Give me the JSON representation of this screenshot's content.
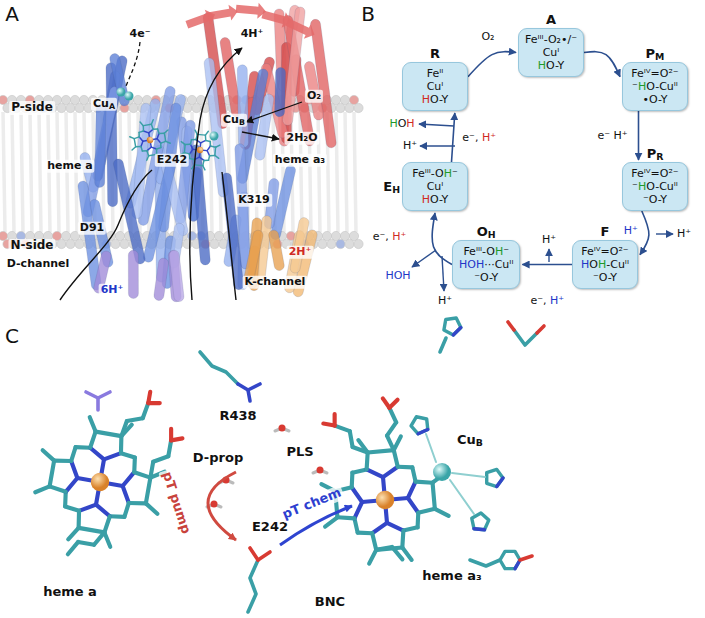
{
  "diagram": {
    "nodes": [
      {
        "text": [
          "A",
          "Feᴵᴵᴵ-O₂•/⁻",
          "Cuᴵ",
          "HO-Y"
        ]
      },
      {
        "text": [
          "PM",
          "Feᴵⱽ=O²⁻",
          "⁻HO-Cuᴵᴵ",
          "•O-Y"
        ]
      },
      {
        "text": [
          "PR",
          "Feᴵⱽ=O²⁻",
          "⁻HO-Cuᴵᴵ",
          "⁻O-Y"
        ]
      },
      {
        "text": [
          "F",
          "Feᴵⱽ=O²⁻",
          "HOH-Cuᴵᴵ",
          "⁻O-Y"
        ]
      },
      {
        "text": [
          "OH",
          "Feᴵᴵᴵ-OH⁻",
          "HOH···Cuᴵᴵ",
          "⁻O-Y"
        ]
      },
      {
        "text": [
          "EH",
          "Feᴵᴵᴵ-OH⁻",
          "Cuᴵ",
          "HO-Y"
        ]
      },
      {
        "text": [
          "R",
          "Feᴵᴵ",
          "Cuᴵ",
          "HO-Y"
        ]
      }
    ],
    "edges": [
      {
        "from": 6,
        "to": 0,
        "label": "O₂",
        "arrow": "to"
      },
      {
        "from": 0,
        "to": 1,
        "arrow": "to"
      },
      {
        "from": 1,
        "to": 2,
        "label": "e⁻ H⁺",
        "arrow": "to"
      },
      {
        "from": 2,
        "to": 3,
        "label": "H⁺",
        "arrow": "to"
      },
      {
        "from": 3,
        "to": 4,
        "label": "e⁻, H⁺",
        "arrow": "to"
      },
      {
        "from": 4,
        "to": 5,
        "label": "e⁻, H⁺",
        "arrow": "to"
      },
      {
        "from": 5,
        "to": 6,
        "label": "e⁻, H⁺",
        "arrow": "to"
      }
    ],
    "labels": [
      "A",
      "P-side",
      "N-side",
      "4e⁻",
      "4H⁺",
      "CuA",
      "O₂",
      "heme a",
      "E242",
      "CuB",
      "2H₂O",
      "heme a₃",
      "K319",
      "D91",
      "D-channel",
      "K-channel",
      "6H⁺",
      "2H⁺",
      "B",
      "H⁺",
      "H⁺",
      "HOH",
      "H⁺",
      "H⁺",
      "HOH",
      "C",
      "R438",
      "D-prop",
      "PLS",
      "CuB",
      "heme a",
      "heme a₃",
      "E242",
      "BNC",
      "pT pump",
      "pT chem"
    ]
  }
}
